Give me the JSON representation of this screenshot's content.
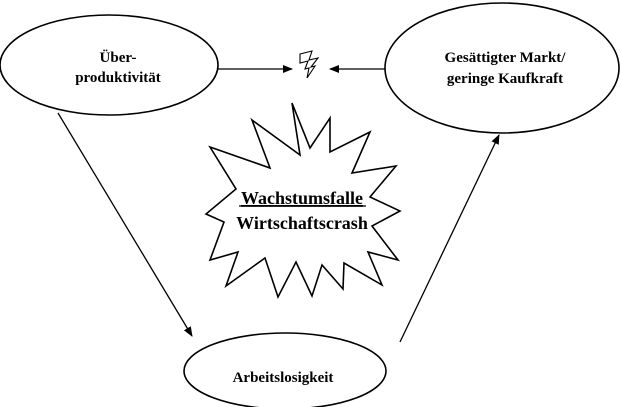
{
  "nodes": {
    "ueberproduktivitaet": {
      "line1": "Über-",
      "line2": "produktivität"
    },
    "gesaettigter_markt": {
      "line1": "Gesättigter Markt/",
      "line2": "geringe Kaufkraft"
    },
    "arbeitslosigkeit": {
      "line1": "Arbeitslosigkeit"
    }
  },
  "center": {
    "line1": "Wachstumsfalle",
    "line2": "Wirtschaftscrash"
  },
  "conflict_symbol": "lightning-bolt-icon",
  "colors": {
    "stroke": "#000000",
    "fill": "#ffffff"
  }
}
